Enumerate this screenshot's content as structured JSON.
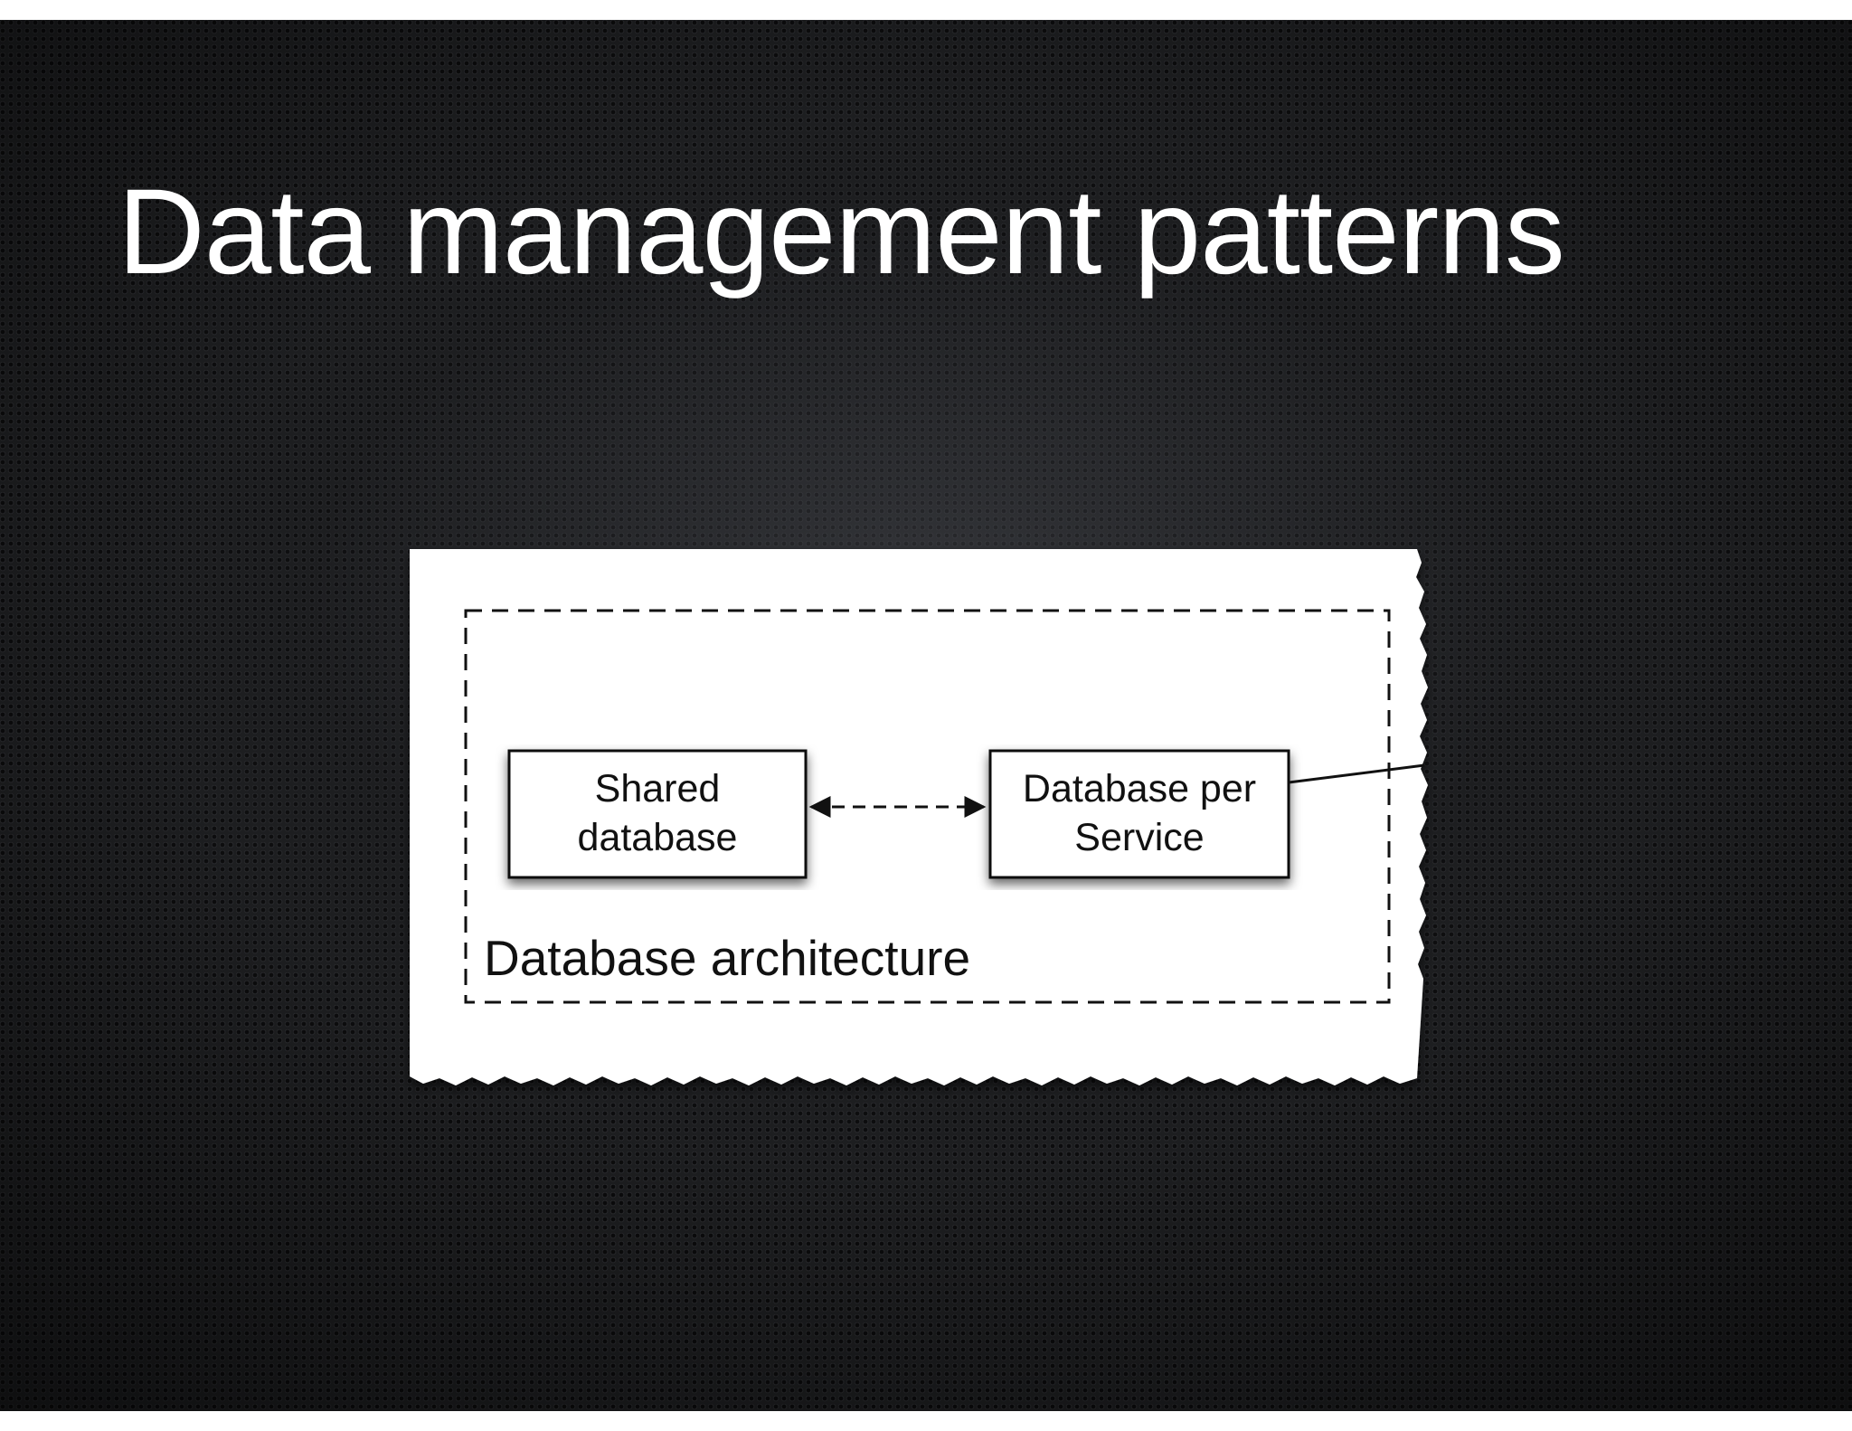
{
  "slide": {
    "title": "Data management patterns"
  },
  "diagram": {
    "group_label": "Database architecture",
    "nodes": {
      "shared_database": {
        "line1": "Shared",
        "line2": "database"
      },
      "database_per_service": {
        "line1": "Database per",
        "line2": "Service"
      }
    }
  }
}
